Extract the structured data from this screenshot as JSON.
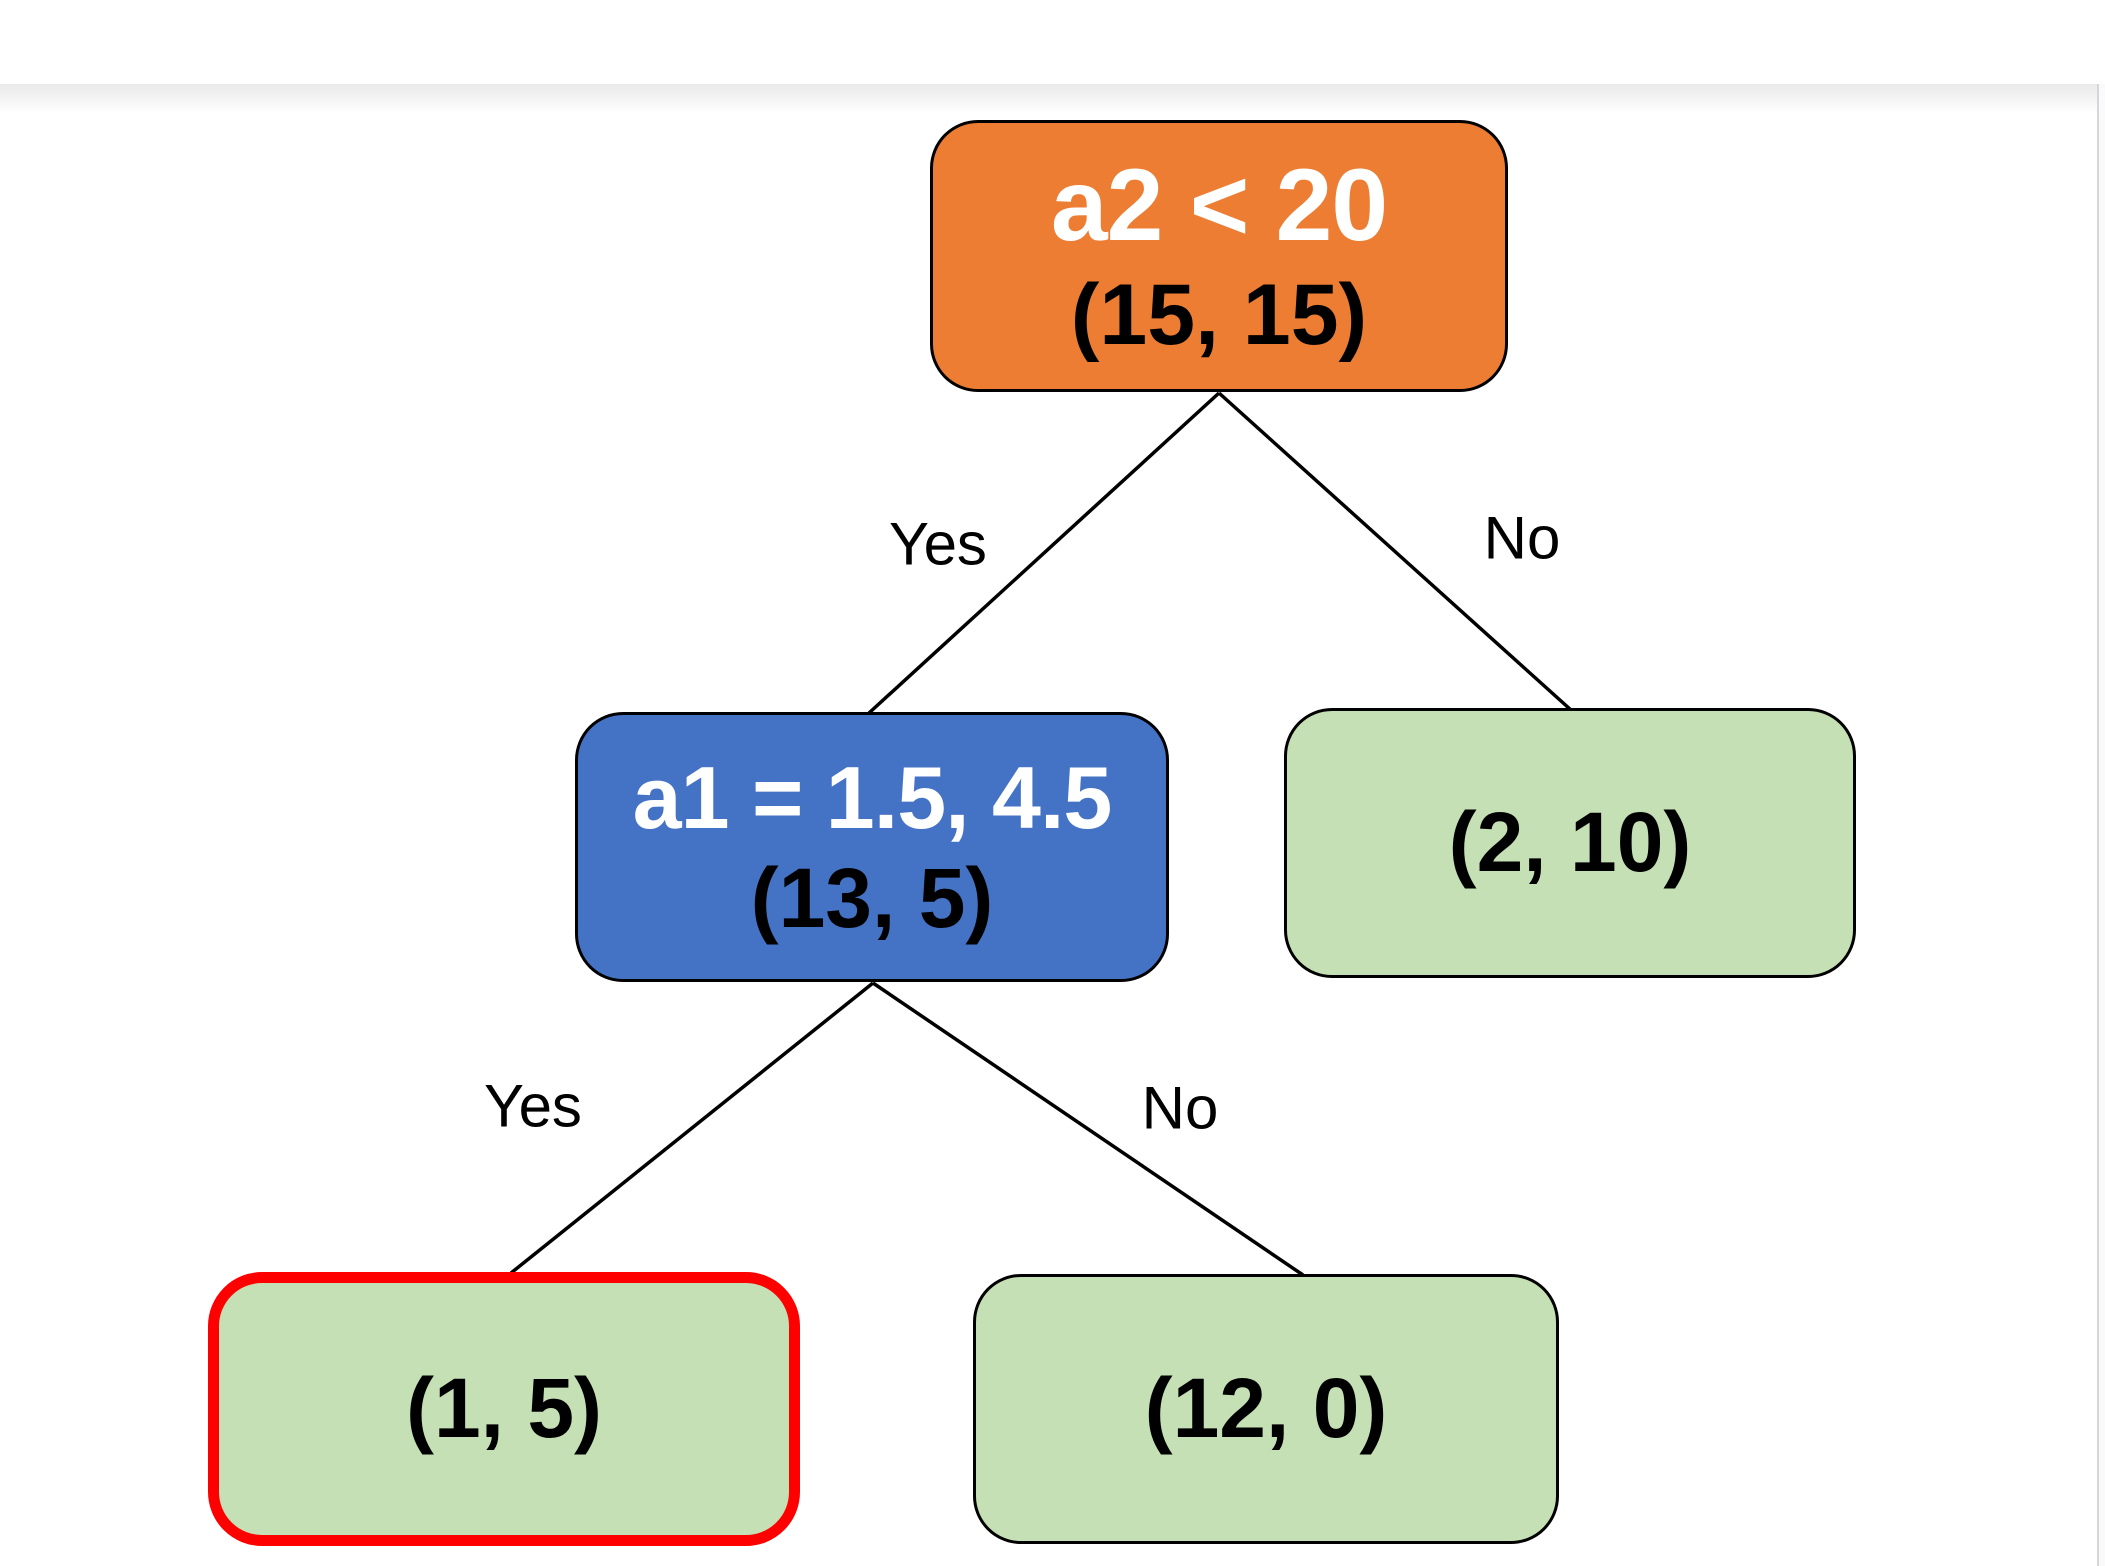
{
  "tree": {
    "type": "decision-tree",
    "root": {
      "condition": "a2 < 20",
      "counts": "(15, 15)"
    },
    "internal": {
      "condition": "a1 = 1.5, 4.5",
      "counts": "(13, 5)"
    },
    "leaf_right": {
      "counts": "(2, 10)"
    },
    "leaf_bottom_left": {
      "counts": "(1, 5)",
      "highlighted": true
    },
    "leaf_bottom_right": {
      "counts": "(12, 0)"
    },
    "edge_labels": {
      "root_yes": "Yes",
      "root_no": "No",
      "internal_yes": "Yes",
      "internal_no": "No"
    },
    "colors": {
      "root_fill": "#EC7D33",
      "internal_fill": "#4472C4",
      "leaf_fill": "#C5E0B4",
      "highlight_border": "#FF0000",
      "node_border": "#000000",
      "edge_line": "#000000",
      "condition_text": "#ffffff",
      "counts_text": "#000000"
    }
  }
}
